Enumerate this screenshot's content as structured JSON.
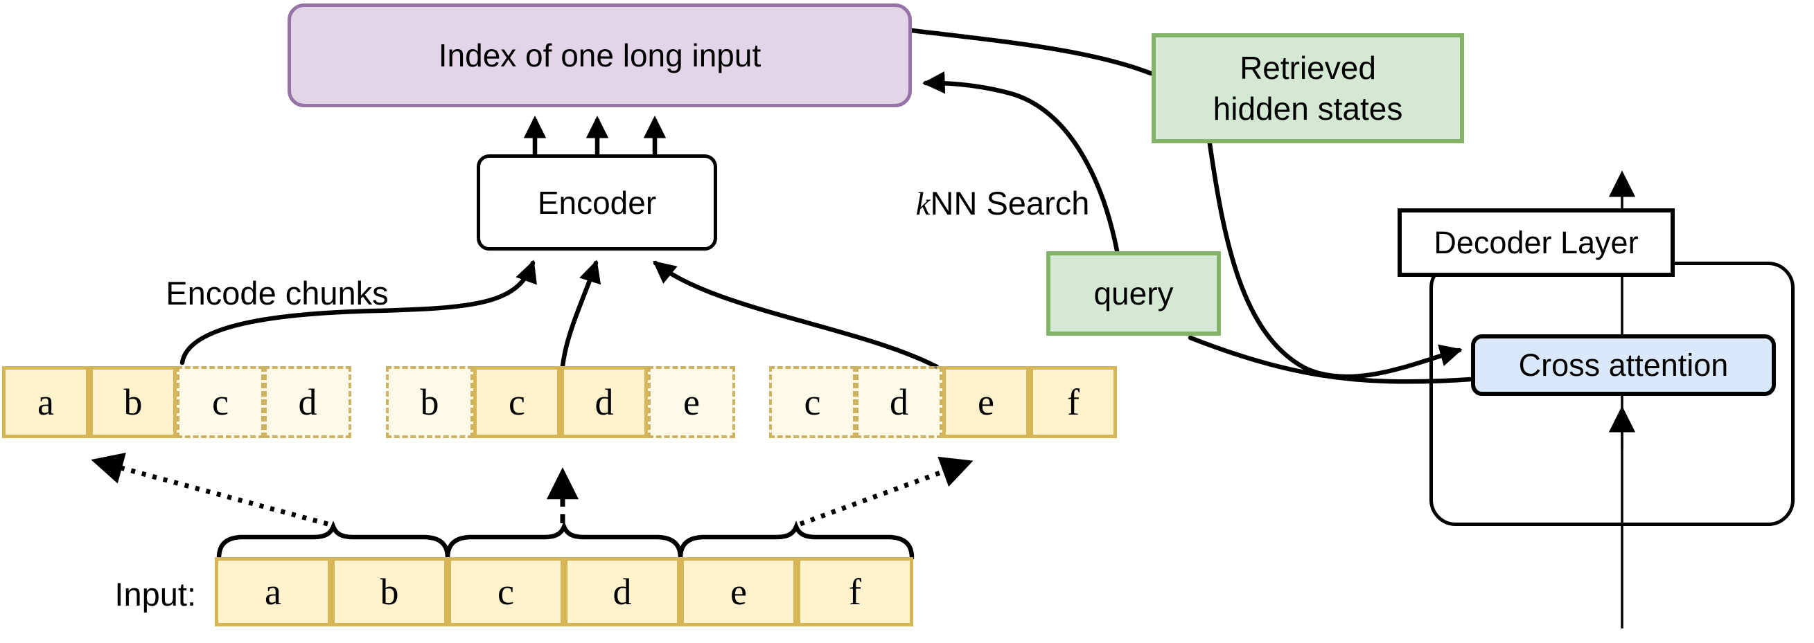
{
  "index_box": {
    "label": "Index of one long input"
  },
  "encoder_box": {
    "label": "Encoder"
  },
  "labels": {
    "encode_chunks": "Encode chunks",
    "knn_k": "k",
    "knn_rest": "NN Search",
    "input": "Input:"
  },
  "retrieved_box": {
    "line1": "Retrieved",
    "line2": "hidden states"
  },
  "query_box": {
    "label": "query"
  },
  "decoder": {
    "layer_label": "Decoder Layer",
    "cross_attention": "Cross attention"
  },
  "chunks": [
    {
      "name": "chunk-1",
      "cells": [
        {
          "label": "a",
          "style": "solid"
        },
        {
          "label": "b",
          "style": "solid"
        },
        {
          "label": "c",
          "style": "dashed"
        },
        {
          "label": "d",
          "style": "dashed"
        }
      ]
    },
    {
      "name": "chunk-2",
      "cells": [
        {
          "label": "b",
          "style": "dashed"
        },
        {
          "label": "c",
          "style": "solid"
        },
        {
          "label": "d",
          "style": "solid"
        },
        {
          "label": "e",
          "style": "dashed"
        }
      ]
    },
    {
      "name": "chunk-3",
      "cells": [
        {
          "label": "c",
          "style": "dashed"
        },
        {
          "label": "d",
          "style": "dashed"
        },
        {
          "label": "e",
          "style": "solid"
        },
        {
          "label": "f",
          "style": "solid"
        }
      ]
    }
  ],
  "input_row": {
    "cells": [
      "a",
      "b",
      "c",
      "d",
      "e",
      "f"
    ]
  },
  "colors": {
    "index_fill": "#E1D5E7",
    "index_stroke": "#9673A6",
    "green_fill": "#D5E8D4",
    "green_stroke": "#82B366",
    "token_fill": "#FFF2CC",
    "token_stroke": "#D6B656",
    "cross_attention_fill": "#DAE8FC",
    "line": "#000000"
  }
}
